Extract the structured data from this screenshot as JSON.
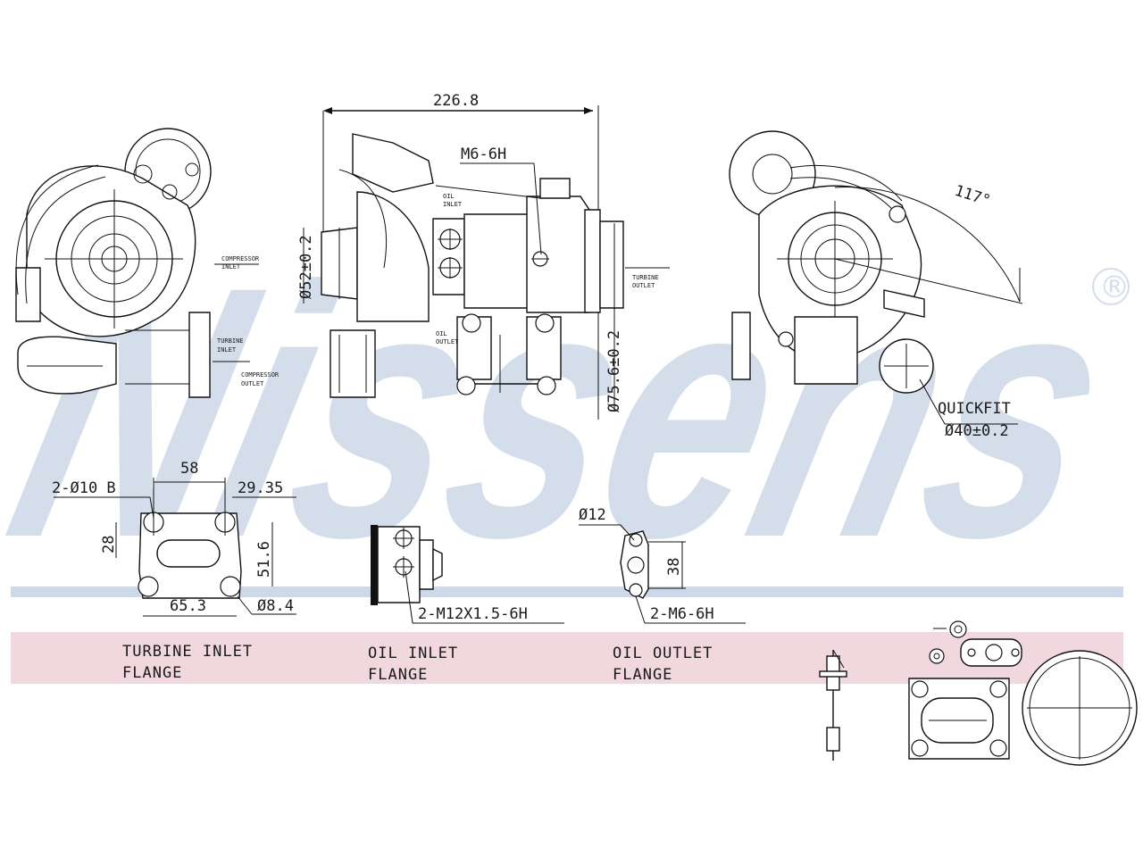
{
  "brand": {
    "watermark": "Nissens",
    "registered_mark": "®",
    "watermark_color": "#d3deea",
    "band_color": "#f1d8df",
    "line_color": "#cdd9e8"
  },
  "dimensions": {
    "overall_length": "226.8",
    "top_thread": "M6-6H",
    "compressor_inlet_dia": "Ø52±0.2",
    "turbine_outlet_dia": "Ø75.6±0.2",
    "angle": "117°",
    "quickfit_label": "QUICKFIT",
    "quickfit_dia": "Ø40±0.2"
  },
  "callouts": {
    "compressor_inlet": [
      "COMPRESSOR",
      "INLET"
    ],
    "turbine_inlet": [
      "TURBINE",
      "INLET"
    ],
    "compressor_outlet": [
      "COMPRESSOR",
      "OUTLET"
    ],
    "oil_inlet": [
      "OIL",
      "INLET"
    ],
    "oil_outlet": [
      "OIL",
      "OUTLET"
    ],
    "turbine_outlet": [
      "TURBINE",
      "OUTLET"
    ]
  },
  "turbine_inlet_flange": {
    "holes": "2-Ø10 B",
    "width": "58",
    "offset": "29.35",
    "height_small": "28",
    "height_large": "51.6",
    "bottom_width": "65.3",
    "small_hole": "Ø8.4",
    "caption_line1": "TURBINE  INLET",
    "caption_line2": "FLANGE"
  },
  "oil_inlet_flange": {
    "thread": "2-M12X1.5-6H",
    "caption_line1": "OIL  INLET",
    "caption_line2": "FLANGE"
  },
  "oil_outlet_flange": {
    "dia": "Ø12",
    "spacing": "38",
    "thread": "2-M6-6H",
    "caption_line1": "OIL  OUTLET",
    "caption_line2": "FLANGE"
  }
}
